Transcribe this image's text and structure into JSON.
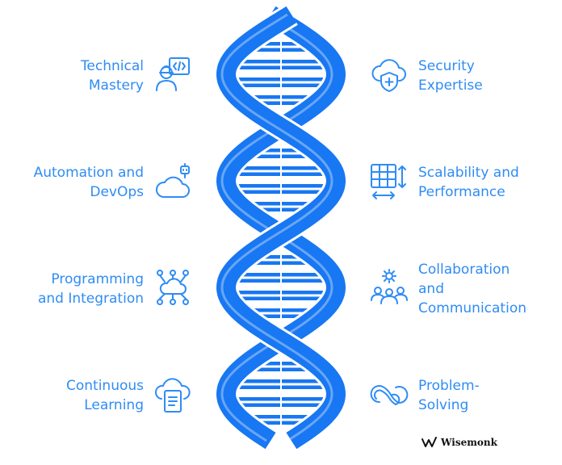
{
  "colors": {
    "accent": "#2f8cf4",
    "helix": "#1877f2",
    "rung": "#1877f2"
  },
  "left_items": [
    {
      "label": "Technical\nMastery",
      "icon": "developer-icon"
    },
    {
      "label": "Automation and\nDevOps",
      "icon": "cloud-robot-icon"
    },
    {
      "label": "Programming\nand Integration",
      "icon": "cloud-network-icon"
    },
    {
      "label": "Continuous\nLearning",
      "icon": "cloud-document-icon"
    }
  ],
  "right_items": [
    {
      "label": "Security\nExpertise",
      "icon": "cloud-shield-icon"
    },
    {
      "label": "Scalability and\nPerformance",
      "icon": "grid-resize-icon"
    },
    {
      "label": "Collaboration\nand\nCommunication",
      "icon": "team-gear-icon"
    },
    {
      "label": "Problem-\nSolving",
      "icon": "infinity-loop-icon"
    }
  ],
  "brand": {
    "name": "Wisemonk",
    "icon": "wisemonk-logo-icon"
  }
}
